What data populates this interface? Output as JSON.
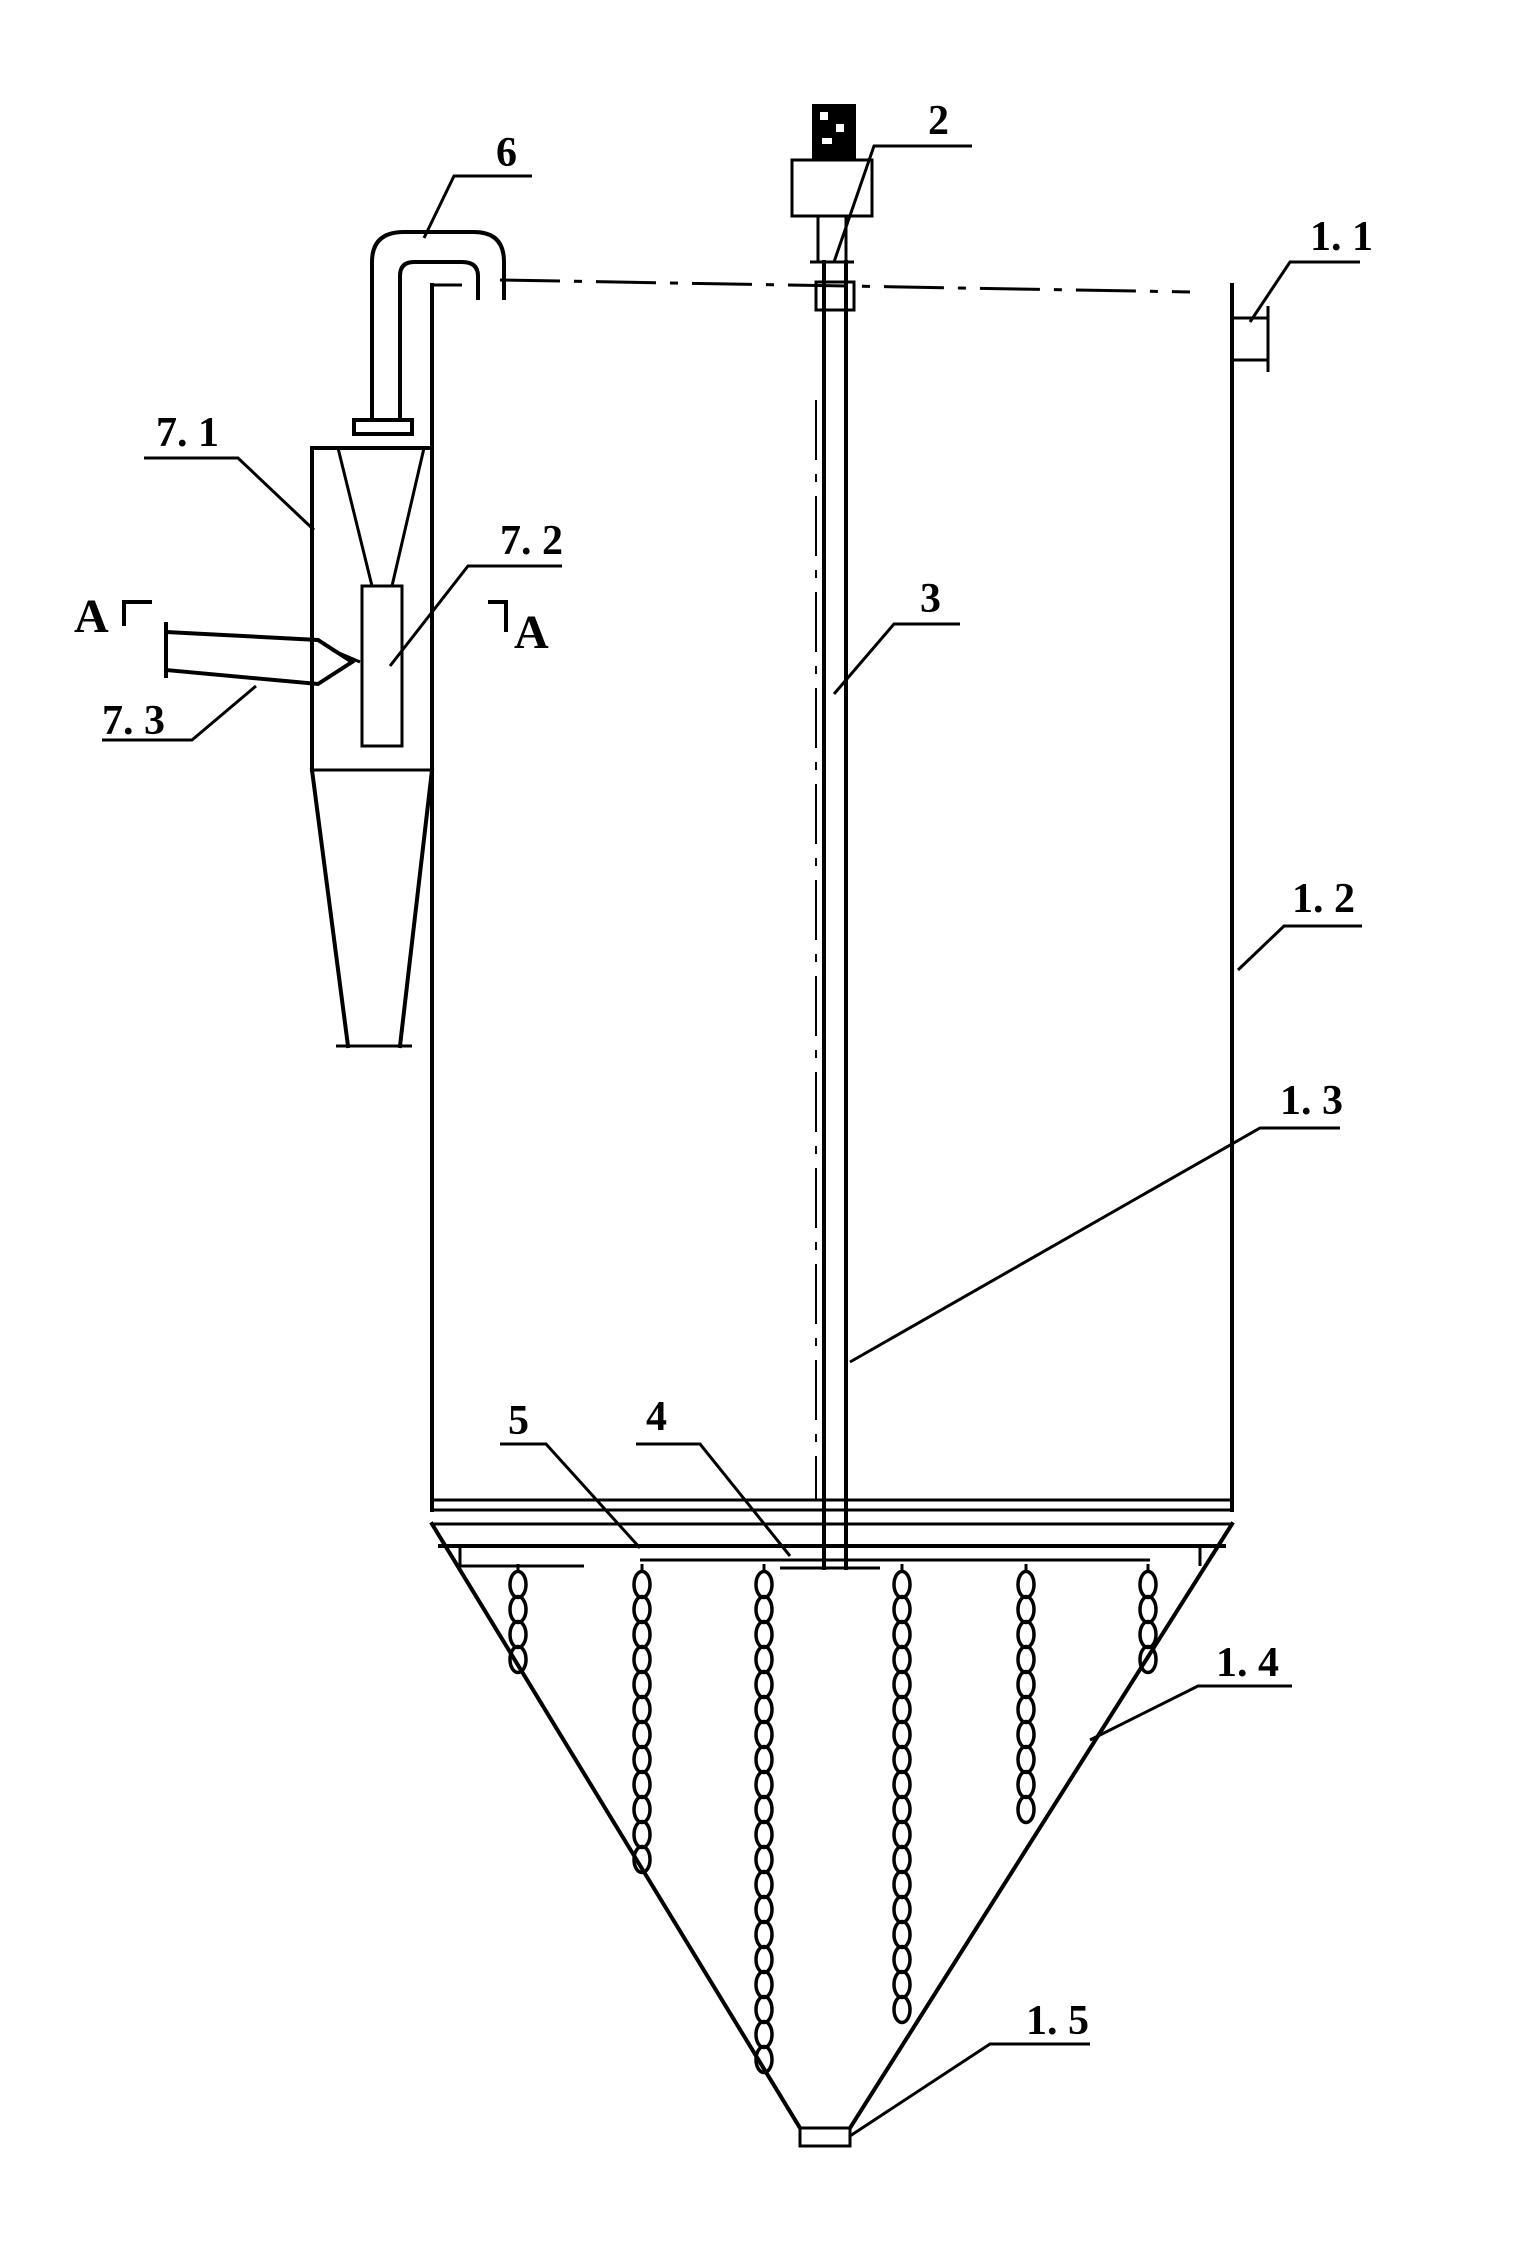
{
  "labels": {
    "l_1_1": "1. 1",
    "l_1_2": "1. 2",
    "l_1_3": "1. 3",
    "l_1_4": "1. 4",
    "l_1_5": "1. 5",
    "l_2": "2",
    "l_3": "3",
    "l_4": "4",
    "l_5": "5",
    "l_6": "6",
    "l_7_1": "7. 1",
    "l_7_2": "7. 2",
    "l_7_3": "7. 3"
  },
  "section": {
    "left": "A",
    "right": "A"
  },
  "chains": [
    {
      "links": 4
    },
    {
      "links": 12
    },
    {
      "links": 20
    },
    {
      "links": 18
    },
    {
      "links": 10
    },
    {
      "links": 4
    }
  ]
}
